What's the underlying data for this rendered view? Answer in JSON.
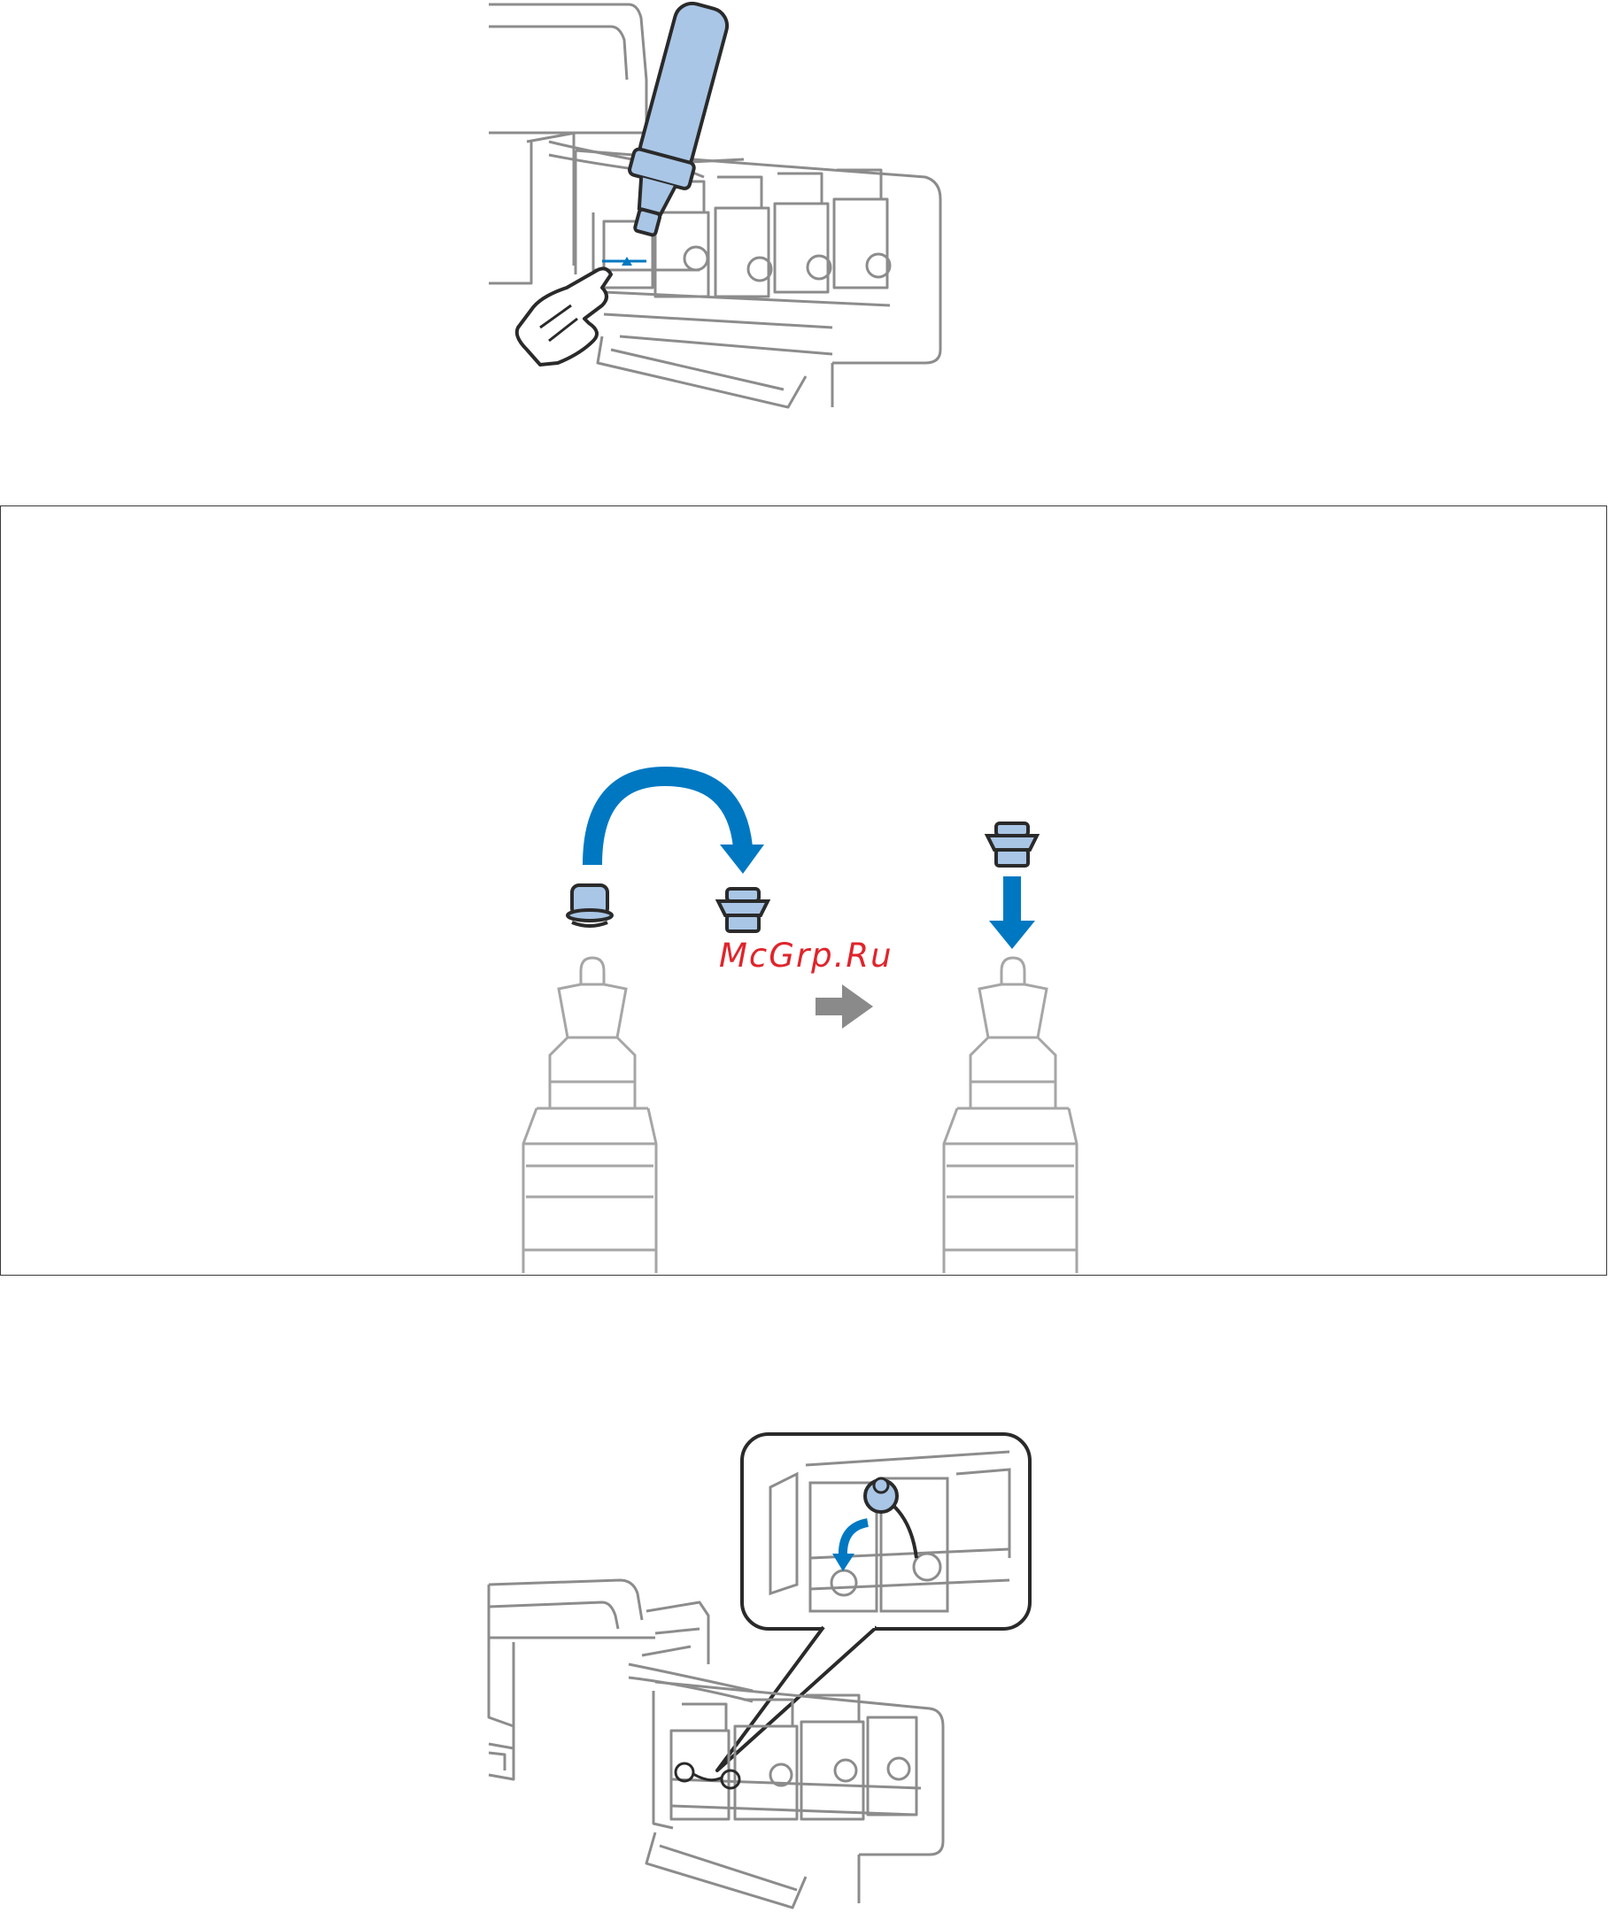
{
  "figures": {
    "top": {
      "icon": "printer-refill-illustration"
    },
    "middle": {
      "icon": "bottle-cap-reseal-illustration"
    },
    "bottom": {
      "icon": "tank-cap-close-illustration"
    }
  },
  "watermark": {
    "text": "McGrp.Ru"
  },
  "colors": {
    "ink_blue": "#0078c1",
    "ink_fill": "#a9c6e6",
    "line_gray": "#8c8c8c",
    "arrow_gray": "#8a8a8a",
    "watermark_red": "#e0242b"
  }
}
